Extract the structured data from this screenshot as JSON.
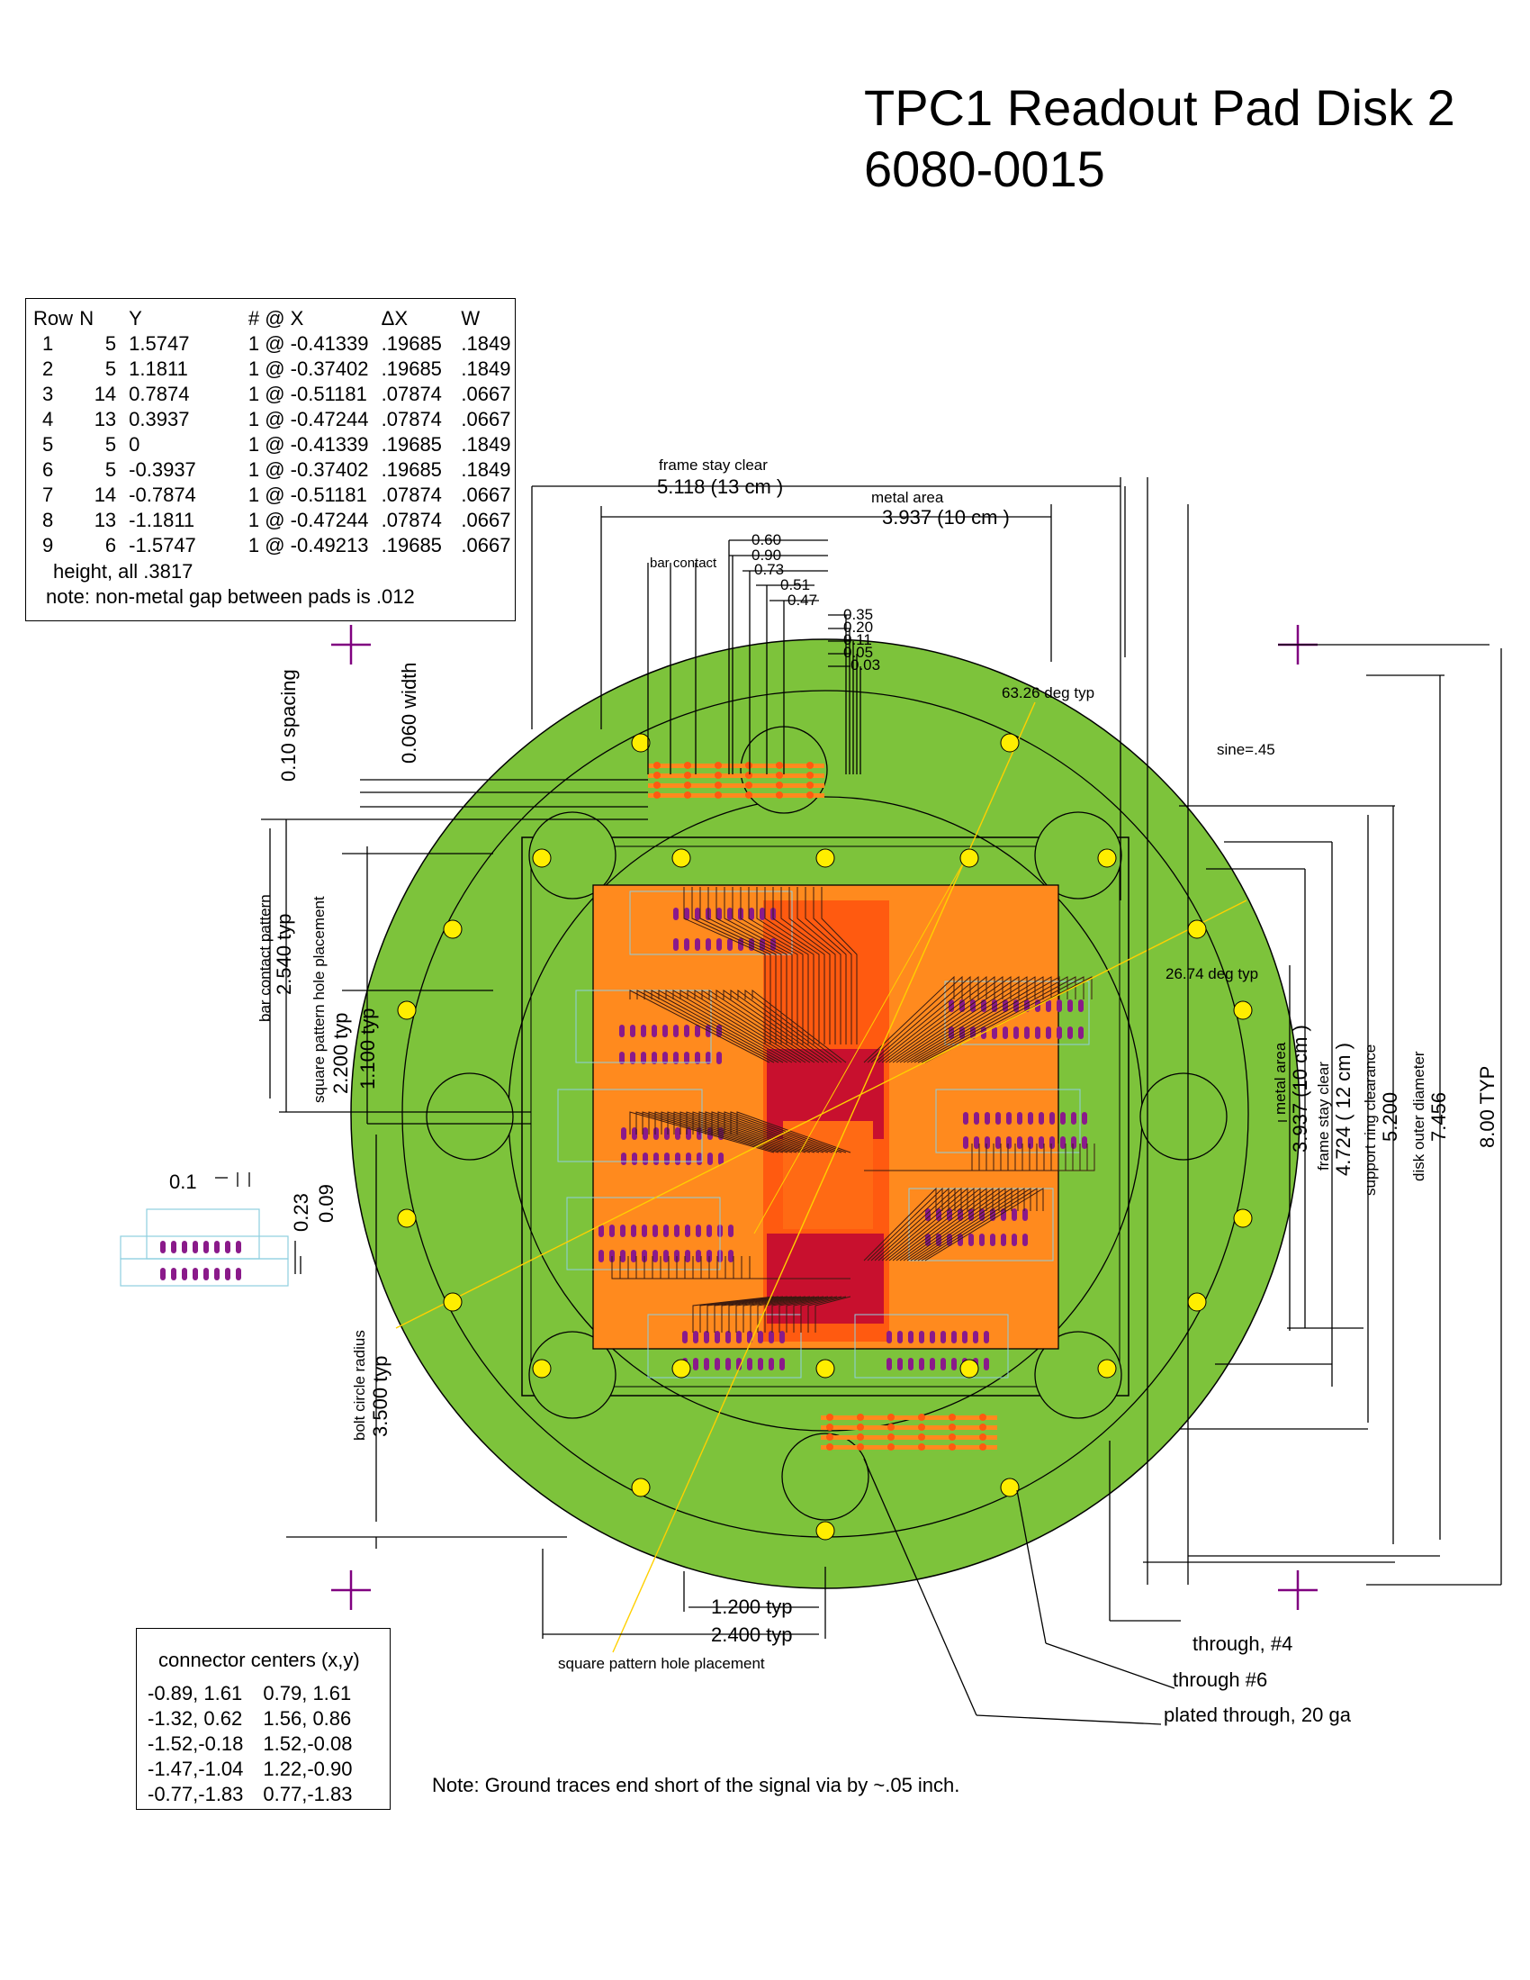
{
  "title": {
    "line1": "TPC1 Readout Pad Disk 2",
    "line2": "6080-0015"
  },
  "row_table": {
    "headers": [
      "Row",
      "N",
      "Y",
      "# @ X",
      "ΔX",
      "W"
    ],
    "rows": [
      [
        "1",
        "5",
        "1.5747",
        "1 @ -0.41339",
        ".19685",
        ".1849"
      ],
      [
        "2",
        "5",
        "1.1811",
        "1 @ -0.37402",
        ".19685",
        ".1849"
      ],
      [
        "3",
        "14",
        "0.7874",
        "1 @ -0.51181",
        ".07874",
        ".0667"
      ],
      [
        "4",
        "13",
        "0.3937",
        "1 @ -0.47244",
        ".07874",
        ".0667"
      ],
      [
        "5",
        "5",
        "0",
        "1 @ -0.41339",
        ".19685",
        ".1849"
      ],
      [
        "6",
        "5",
        "-0.3937",
        "1 @ -0.37402",
        ".19685",
        ".1849"
      ],
      [
        "7",
        "14",
        "-0.7874",
        "1 @ -0.51181",
        ".07874",
        ".0667"
      ],
      [
        "8",
        "13",
        "-1.1811",
        "1 @ -0.47244",
        ".07874",
        ".0667"
      ],
      [
        "9",
        "6",
        "-1.5747",
        "1 @ -0.49213",
        ".19685",
        ".0667"
      ]
    ],
    "height_note": "height, all .3817",
    "gap_note": "note: non-metal gap between pads is .012"
  },
  "connector_table": {
    "title": "connector centers (x,y)",
    "rows": [
      [
        "-0.89, 1.61",
        "0.79, 1.61"
      ],
      [
        "-1.32, 0.62",
        "1.56, 0.86"
      ],
      [
        "-1.52,-0.18",
        "1.52,-0.08"
      ],
      [
        "-1.47,-1.04",
        "1.22,-0.90"
      ],
      [
        "-0.77,-1.83",
        "0.77,-1.83"
      ]
    ]
  },
  "dimensions": {
    "frame_stay_clear_label": "frame stay clear",
    "frame_stay_clear_value": "5.118    (13 cm )",
    "metal_area_label": "metal area",
    "metal_area_value": "3.937    (10 cm )",
    "bar_contact": "bar contact",
    "offsets": [
      "0.60",
      "0.90",
      "0.73",
      "0.51",
      "0.47",
      "0.35",
      "0.20",
      "0.11",
      "0.05",
      "0.03"
    ],
    "deg_63": "63.26 deg typ",
    "sine": "sine=.45",
    "deg_26": "26.74 deg typ",
    "spacing": "0.10  spacing",
    "width": "0.060 width",
    "bar_contact_pattern_label": "bar contact pattern",
    "bar_contact_pattern_value": "2.540 typ",
    "square_pattern_label": "square pattern hole placement",
    "square_pattern_value_1": "2.200 typ",
    "square_pattern_value_2": "1.100 typ",
    "pad_01": "0.1",
    "pad_023": "0.23",
    "pad_009": "0.09",
    "bolt_circle_label": "bolt circle radius",
    "bolt_circle_value": "3.500 typ",
    "right_metal_area_label": "metal area",
    "right_metal_area_value": "3.937    (10 cm )",
    "right_frame_label": "frame stay clear",
    "right_frame_value": "4.724   ( 12 cm )",
    "support_ring_label": "support ring clearance",
    "support_ring_value": "5.200",
    "disk_outer_label": "disk outer diameter",
    "disk_outer_value": "7.456",
    "typ8": "8.00 TYP",
    "bottom_1200": "1.200 typ",
    "bottom_2400": "2.400 typ",
    "bottom_square": "square pattern hole placement",
    "through4": "through, #4",
    "through6": "through #6",
    "plated": "plated through, 20 ga"
  },
  "note": "Note:   Ground traces end short of the signal via by  ~.05 inch.",
  "colors": {
    "disk": "#7dc33b",
    "metal": "#ff8a1e",
    "metal_dark": "#ff5a10",
    "metal_red": "#c8102e",
    "pads": "#8a1a8a",
    "holes": "#ffee00",
    "guide": "#ffd000",
    "mark": "#800080",
    "line": "#000000",
    "outline": "#8ecfe0"
  }
}
